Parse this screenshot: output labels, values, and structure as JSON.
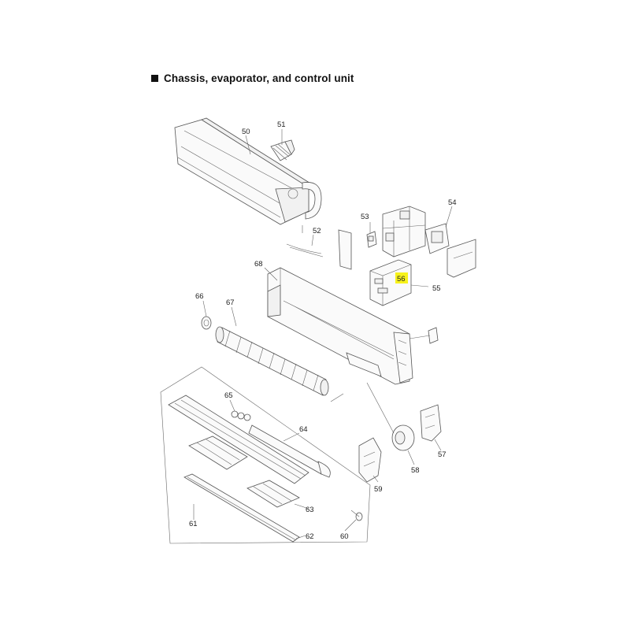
{
  "title": "Chassis, evaporator, and control unit",
  "highlight_color": "#f7f21a",
  "parts": [
    {
      "id": "p50",
      "label": "50"
    },
    {
      "id": "p51",
      "label": "51"
    },
    {
      "id": "p52",
      "label": "52"
    },
    {
      "id": "p53",
      "label": "53"
    },
    {
      "id": "p54",
      "label": "54"
    },
    {
      "id": "p55",
      "label": "55"
    },
    {
      "id": "p56",
      "label": "56",
      "highlighted": true
    },
    {
      "id": "p57",
      "label": "57"
    },
    {
      "id": "p58",
      "label": "58"
    },
    {
      "id": "p59",
      "label": "59"
    },
    {
      "id": "p60",
      "label": "60"
    },
    {
      "id": "p61",
      "label": "61"
    },
    {
      "id": "p62",
      "label": "62"
    },
    {
      "id": "p63",
      "label": "63"
    },
    {
      "id": "p64",
      "label": "64"
    },
    {
      "id": "p65",
      "label": "65"
    },
    {
      "id": "p66",
      "label": "66"
    },
    {
      "id": "p67",
      "label": "67"
    },
    {
      "id": "p68",
      "label": "68"
    }
  ]
}
